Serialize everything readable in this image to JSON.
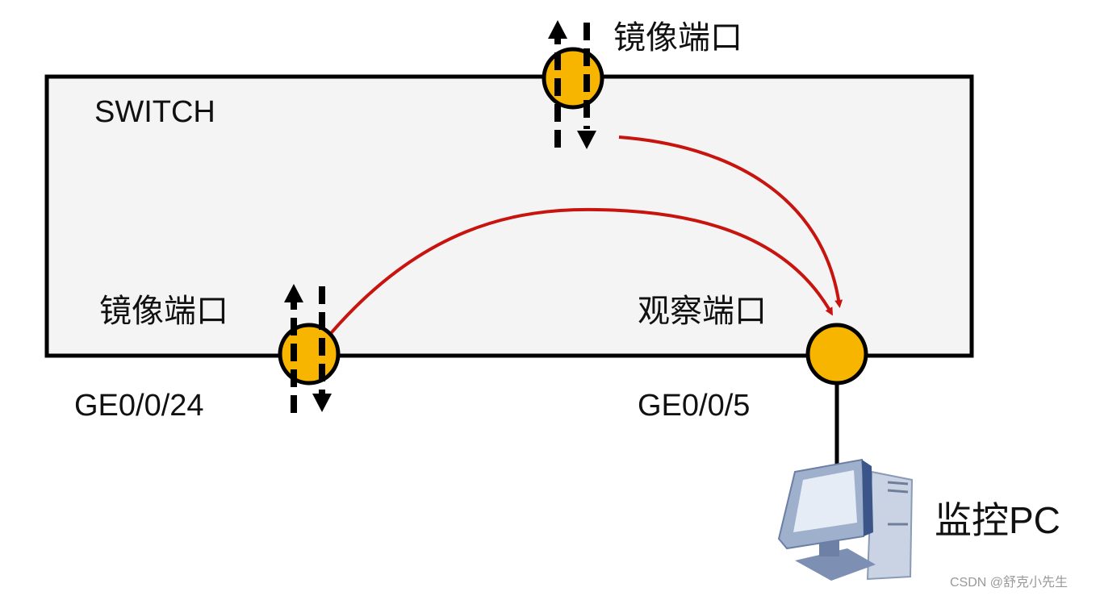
{
  "switch_label": "SWITCH",
  "mirror_port_top_label": "镜像端口",
  "mirror_port_left_label": "镜像端口",
  "mirror_port_left_id": "GE0/0/24",
  "observe_port_label": "观察端口",
  "observe_port_id": "GE0/0/5",
  "monitor_pc_label": "监控PC",
  "watermark": "CSDN @舒克小先生",
  "colors": {
    "port": "#f7b500",
    "flow_arrow": "#c8140f",
    "switch_fill": "#f4f4f4"
  }
}
